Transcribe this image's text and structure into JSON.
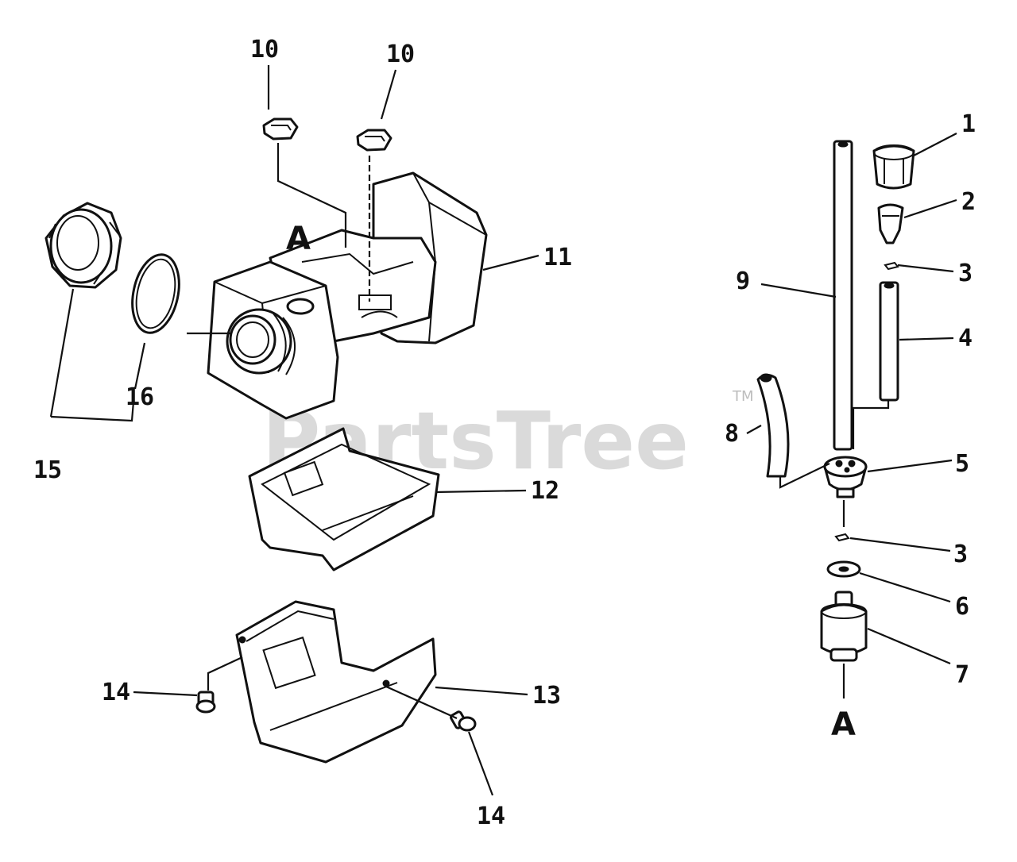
{
  "watermark": {
    "text": "PartsTree",
    "trademark": "TM"
  },
  "callouts": {
    "c1": "1",
    "c2": "2",
    "c3a": "3",
    "c3b": "3",
    "c4": "4",
    "c5": "5",
    "c6": "6",
    "c7": "7",
    "c8": "8",
    "c9": "9",
    "c10a": "10",
    "c10b": "10",
    "c11": "11",
    "c12": "12",
    "c13": "13",
    "c14a": "14",
    "c14b": "14",
    "c15": "15",
    "c16": "16"
  },
  "markers": {
    "tank_port": "A",
    "filter_end": "A"
  }
}
